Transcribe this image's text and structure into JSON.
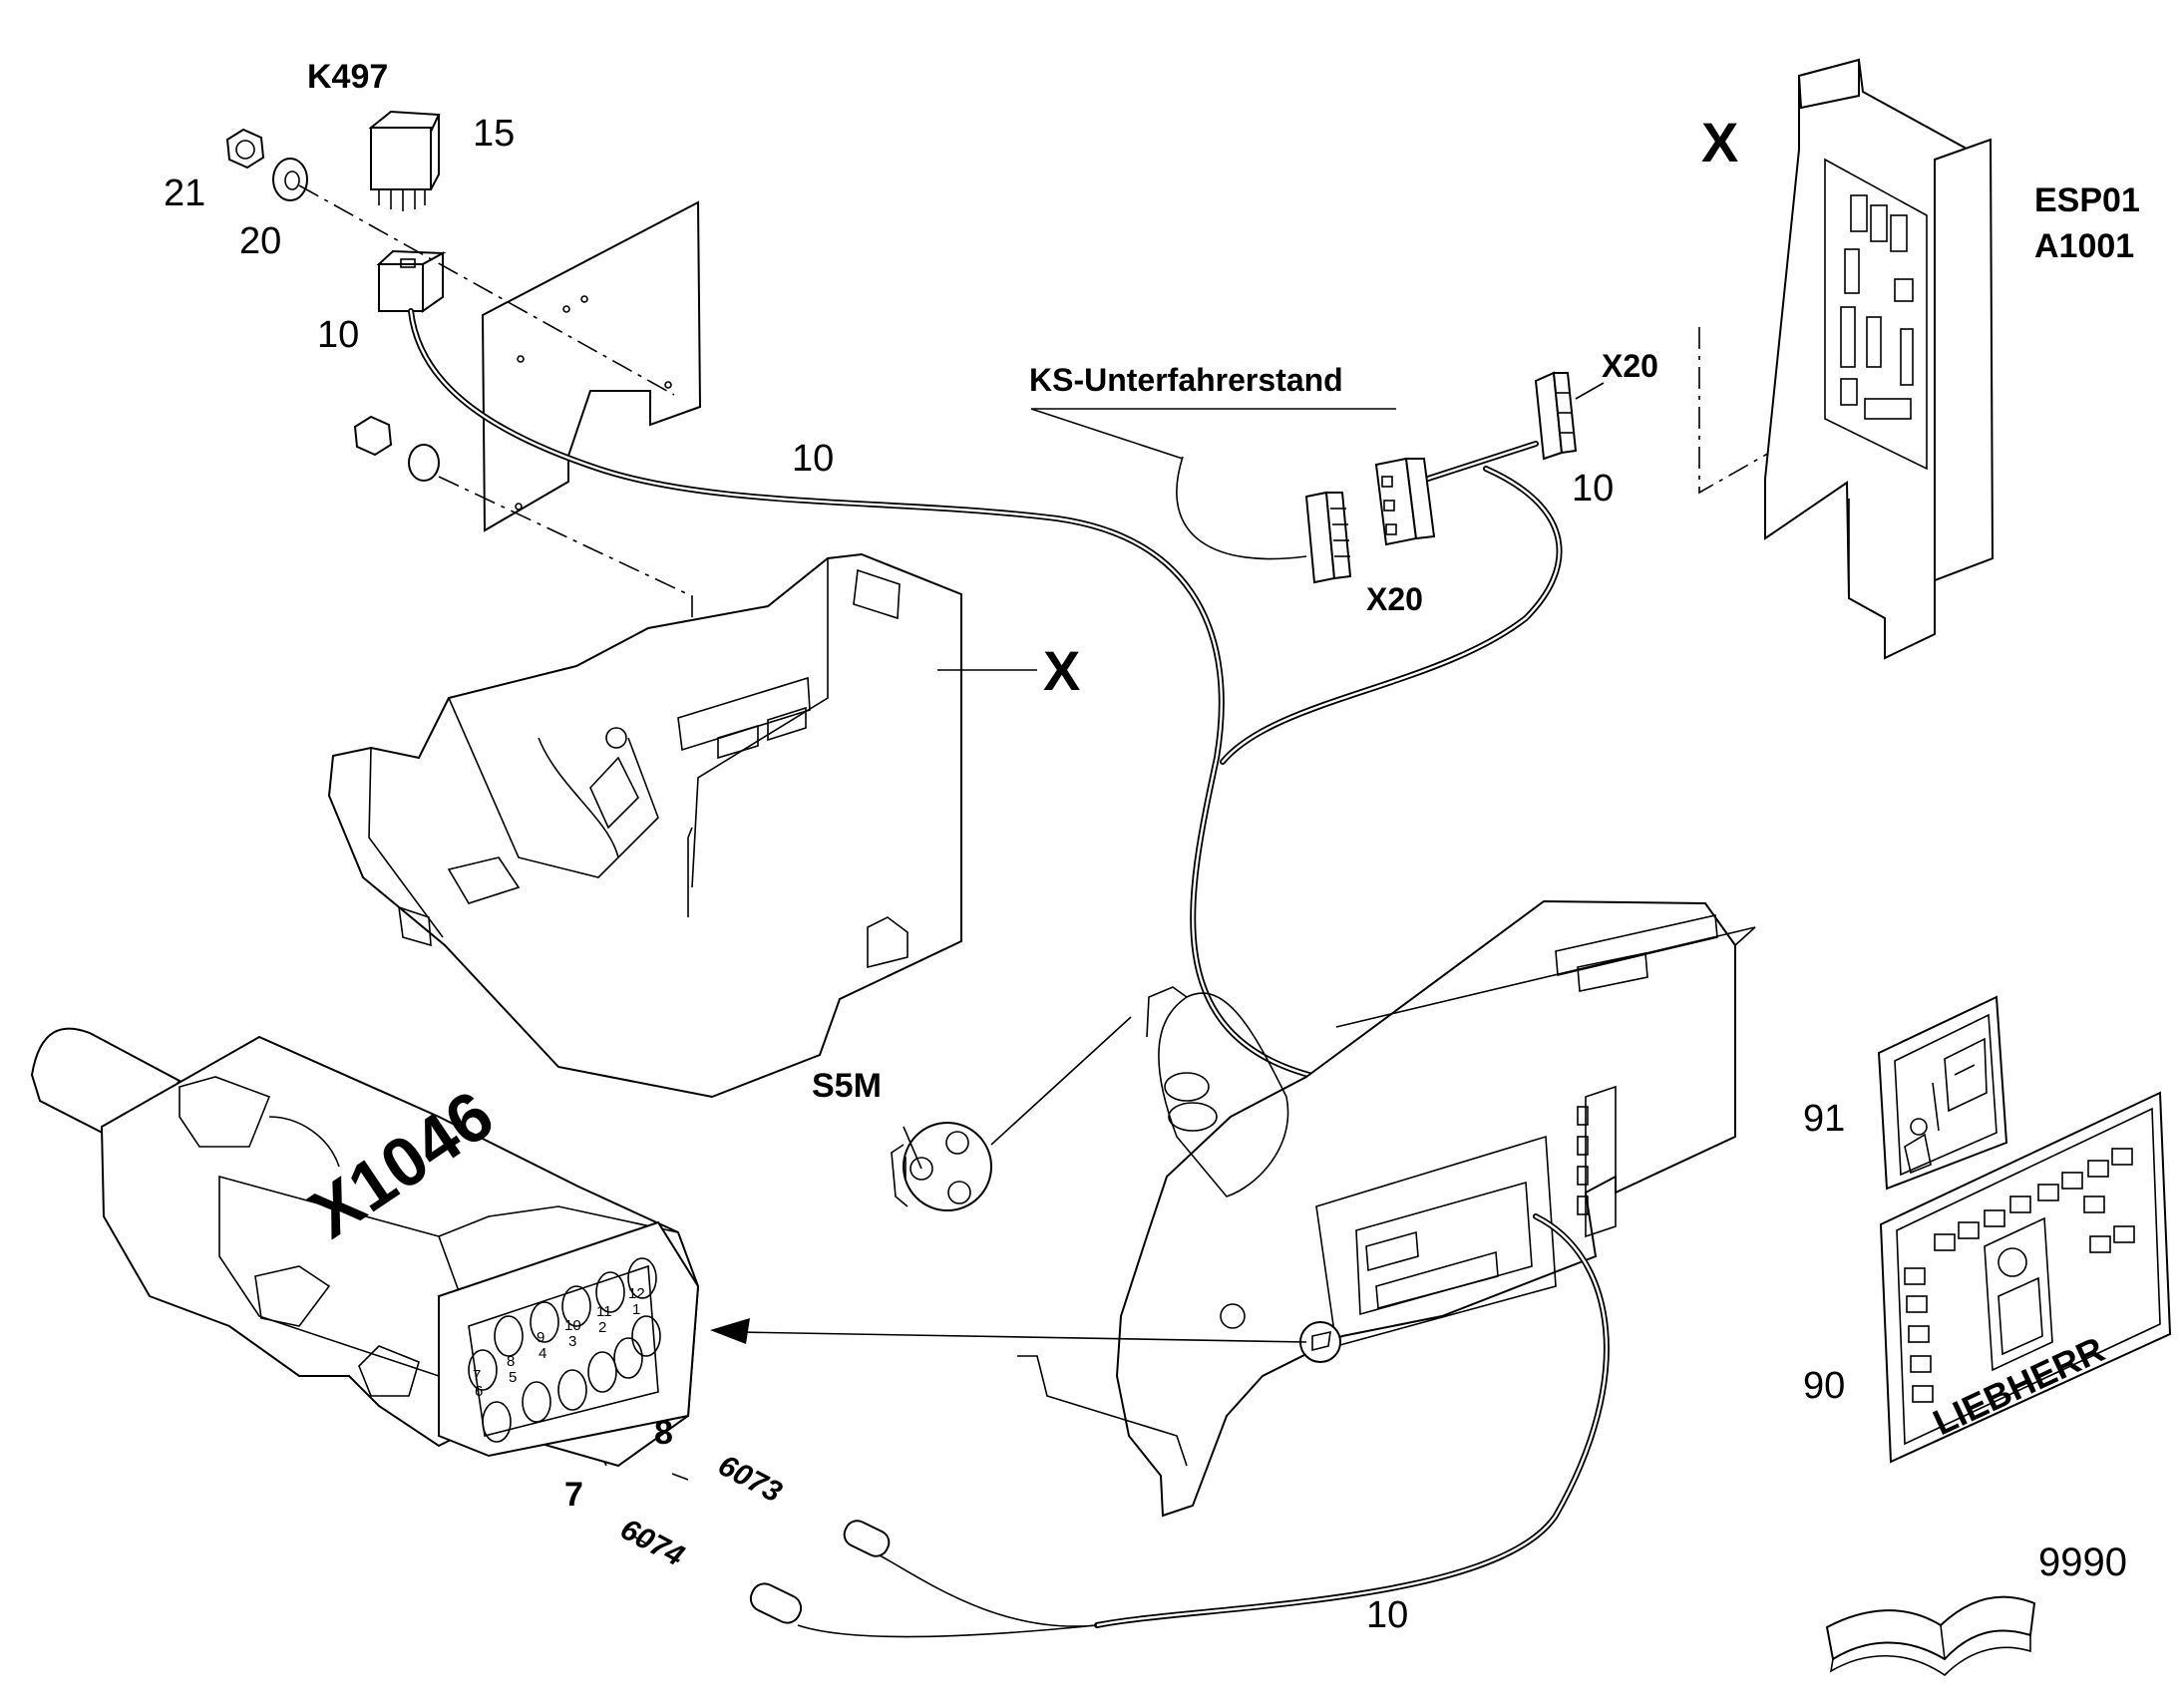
{
  "callouts": {
    "k497": "K497",
    "p15": "15",
    "p21": "21",
    "p20": "20",
    "p10_relay": "10",
    "p10_cable_top": "10",
    "ks": "KS-Unterfahrerstand",
    "x20_right": "X20",
    "x20_mid": "X20",
    "p10_right": "10",
    "x_top": "X",
    "x_console": "X",
    "esp01": "ESP01",
    "a1001": "A1001",
    "s5m": "S5M",
    "x1046": "X1046",
    "wire8": "8",
    "wire7": "7",
    "w6073": "6073",
    "w6074": "6074",
    "p10_bottom": "10",
    "p91": "91",
    "p90": "90",
    "p9990": "9990",
    "liebherr": "LIEBHERR"
  },
  "connector_pins": [
    "12",
    "1",
    "11",
    "2",
    "10",
    "3",
    "9",
    "4",
    "8",
    "5",
    "7",
    "6"
  ]
}
